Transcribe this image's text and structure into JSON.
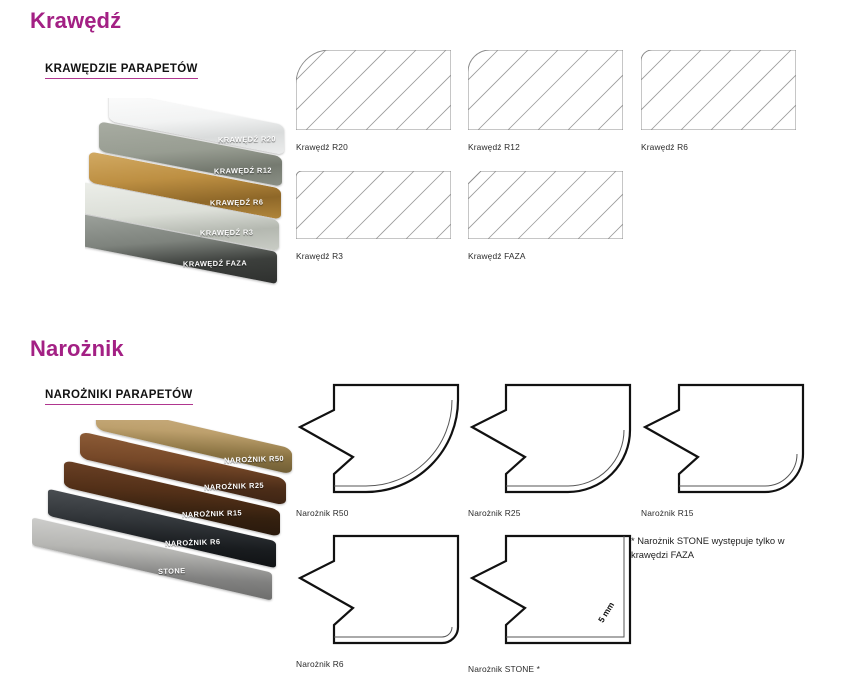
{
  "sections": [
    {
      "id": "krawedz",
      "title": "Krawędź",
      "subtitle": "KRAWĘDZIE PARAPETÓW",
      "accent_color": "#a32084",
      "underline_color": "#b0368f",
      "photo": {
        "name": "stacked-sill-edges-photo",
        "slabs": [
          {
            "label": "KRAWĘDŹ R20",
            "color": "#e9eaea"
          },
          {
            "label": "KRAWĘDŹ R12",
            "color": "#8d9287"
          },
          {
            "label": "KRAWĘDŹ R6",
            "color": "#b9893f"
          },
          {
            "label": "KRAWĘDŹ R3",
            "color": "#d7d9d2"
          },
          {
            "label": "KRAWĘDŹ FAZA",
            "color": "#8f938e"
          }
        ]
      },
      "items": [
        {
          "caption": "Krawędź R20",
          "profile": "round",
          "radius": 34
        },
        {
          "caption": "Krawędź R12",
          "profile": "round",
          "radius": 22
        },
        {
          "caption": "Krawędź R6",
          "profile": "round",
          "radius": 11
        },
        {
          "caption": "Krawędź R3",
          "profile": "round",
          "radius": 6
        },
        {
          "caption": "Krawędź FAZA",
          "profile": "chamfer",
          "radius": 13
        }
      ]
    },
    {
      "id": "naroznik",
      "title": "Narożnik",
      "subtitle": "NAROŻNIKI PARAPETÓW",
      "accent_color": "#a32084",
      "underline_color": "#b0368f",
      "photo": {
        "name": "stacked-sill-corners-photo",
        "slabs": [
          {
            "label": "NAROŻNIK R50",
            "color": "#b99a63"
          },
          {
            "label": "NAROŻNIK R25",
            "color": "#6e4227"
          },
          {
            "label": "NAROŻNIK R15",
            "color": "#4b2c1a"
          },
          {
            "label": "NAROŻNIK R6",
            "color": "#23262a"
          },
          {
            "label": "STONE",
            "color": "#9a9a98"
          }
        ]
      },
      "items": [
        {
          "caption": "Narożnik R50",
          "corner": "round",
          "radius": 92
        },
        {
          "caption": "Narożnik R25",
          "corner": "round",
          "radius": 62
        },
        {
          "caption": "Narożnik R15",
          "corner": "round",
          "radius": 38
        },
        {
          "caption": "Narożnik R6",
          "corner": "round",
          "radius": 16
        },
        {
          "caption": "Narożnik STONE *",
          "corner": "square",
          "radius": 0,
          "dimension": "5 mm"
        }
      ],
      "footnote": "* Narożnik STONE występuje tylko w krawędzi FAZA"
    }
  ]
}
